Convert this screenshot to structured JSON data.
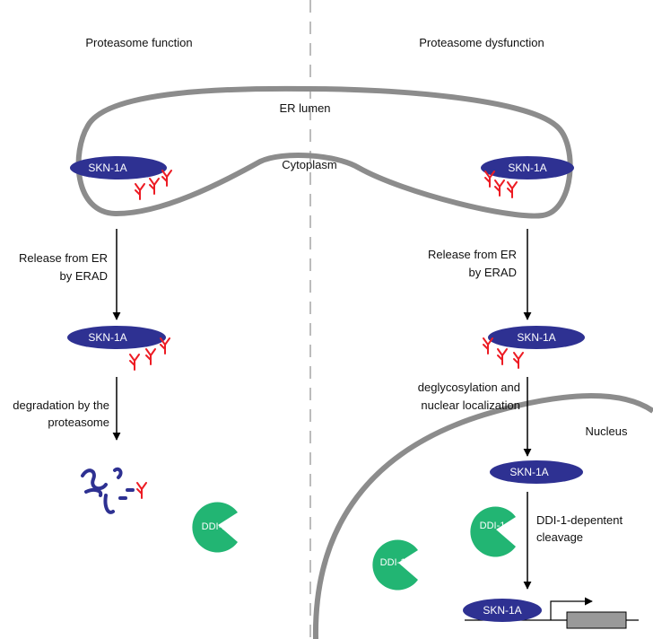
{
  "panels": {
    "left_title": "Proteasome function",
    "right_title": "Proteasome dysfunction"
  },
  "compartments": {
    "er_lumen": "ER lumen",
    "cytoplasm": "Cytoplasm",
    "nucleus": "Nucleus"
  },
  "protein": {
    "name": "SKN-1A"
  },
  "enzyme": {
    "name": "DDI-1"
  },
  "steps": {
    "left_release_1": "Release from ER",
    "left_release_2": "by ERAD",
    "left_degradation_1": "degradation by the",
    "left_degradation_2": "proteasome",
    "right_release_1": "Release from ER",
    "right_release_2": "by ERAD",
    "right_deglyco_1": "deglycosylation and",
    "right_deglyco_2": "nuclear localization",
    "right_cleavage_1": "DDI-1-depentent",
    "right_cleavage_2": "cleavage"
  },
  "colors": {
    "protein": "#2e3192",
    "glycan": "#ed1c24",
    "ddi": "#22b573",
    "membrane": "#8c8c8c",
    "divider": "#a6a6a6",
    "gene_box": "#999999"
  }
}
